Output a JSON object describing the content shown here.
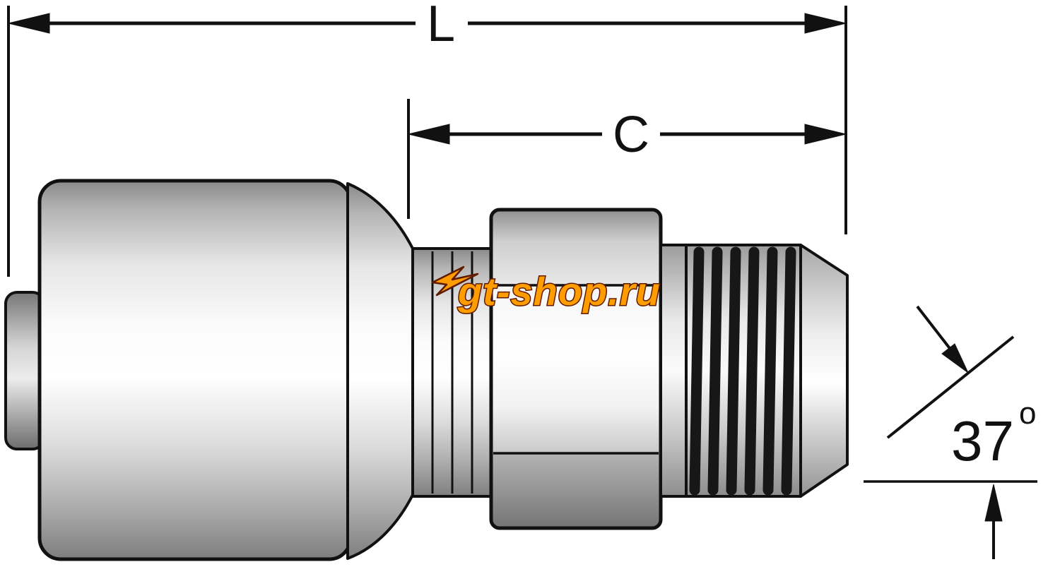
{
  "diagram": {
    "dimensions": {
      "overall_length_label": "L",
      "cutoff_length_label": "C"
    },
    "angle": {
      "value": "37",
      "degree_symbol": "o"
    },
    "watermark": {
      "text": "gt-shop.ru",
      "fill": "#ff9d00",
      "outline": "#5f1a00"
    },
    "colors": {
      "line": "#111111",
      "background": "#ffffff"
    }
  }
}
